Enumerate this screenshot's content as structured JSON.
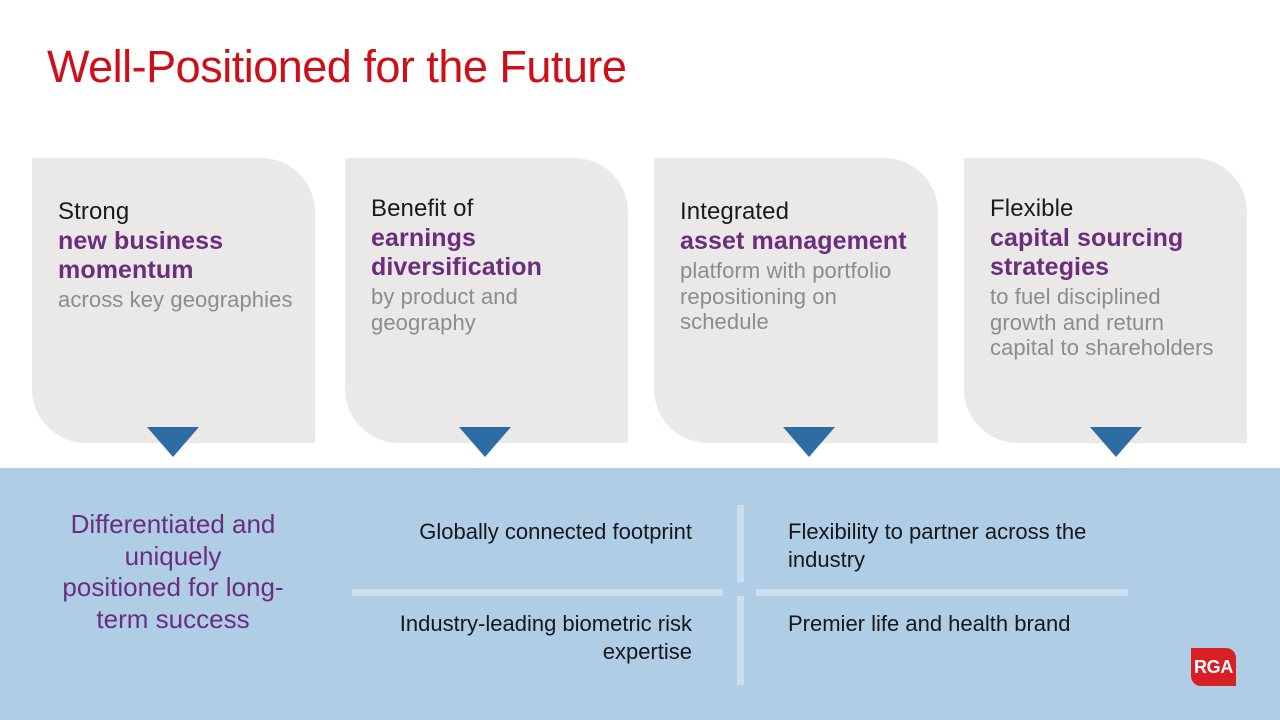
{
  "slide": {
    "title": "Well-Positioned for the Future",
    "title_color": "#CE0E18",
    "background_color": "#FFFFFF"
  },
  "theme": {
    "card_background": "#EAE9E7",
    "accent_purple": "#6B2D7E",
    "accent_blue": "#2E6DA4",
    "panel_blue": "#AFCEE6",
    "divider_blue": "#CCDFEF",
    "muted_gray": "#8E8B88",
    "brand_red": "#D81F26"
  },
  "cards": [
    {
      "line1": "Strong",
      "line2": "new business momentum",
      "line3": "across key geographies",
      "arrow": "down-triangle"
    },
    {
      "line1": "Benefit of",
      "line2": "earnings diversification",
      "line3": "by product and geography",
      "arrow": "down-triangle"
    },
    {
      "line1": "Integrated",
      "line2": "asset management",
      "line3": "platform with portfolio repositioning on schedule",
      "arrow": "down-triangle"
    },
    {
      "line1": "Flexible",
      "line2": "capital sourcing strategies",
      "line3": "to fuel disciplined growth and return capital to shareholders",
      "arrow": "down-triangle"
    }
  ],
  "summary": {
    "statement": "Differentiated and uniquely positioned for long-term success",
    "quadrants": {
      "top_left": "Globally connected footprint",
      "bottom_left": "Industry-leading biometric risk expertise",
      "top_right": "Flexibility to partner across the industry",
      "bottom_right": "Premier life and health brand"
    }
  },
  "logo": {
    "text": "RGA"
  }
}
